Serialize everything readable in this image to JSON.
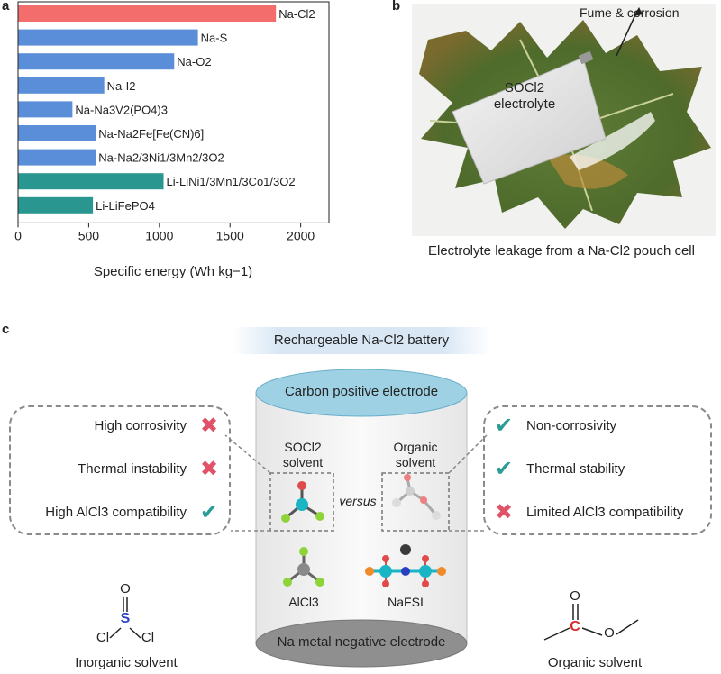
{
  "panel_labels": {
    "a": "a",
    "b": "b",
    "c": "c"
  },
  "chart_data": {
    "type": "bar",
    "orientation": "horizontal",
    "categories": [
      "Na-Cl2",
      "Na-S",
      "Na-O2",
      "Na-I2",
      "Na-Na3V2(PO4)3",
      "Na-Na2Fe[Fe(CN)6]",
      "Na-Na2/3Ni1/3Mn2/3O2",
      "Li-LiNi1/3Mn1/3Co1/3O2",
      "Li-LiFePO4"
    ],
    "values": [
      1825,
      1273,
      1105,
      610,
      385,
      550,
      550,
      1030,
      530
    ],
    "colors": [
      "#f46d6d",
      "#5b8ed9",
      "#5b8ed9",
      "#5b8ed9",
      "#5b8ed9",
      "#5b8ed9",
      "#5b8ed9",
      "#2a9690",
      "#2a9690"
    ],
    "xlabel": "Specific energy (Wh kg−1)",
    "xlim": [
      0,
      2200
    ],
    "xticks": [
      0,
      500,
      1000,
      1500,
      2000
    ],
    "xtick_labels": [
      "0",
      "500",
      "1000",
      "1500",
      "2000"
    ]
  },
  "photo": {
    "label_solvent": "SOCl2",
    "label_electrolyte": "electrolyte",
    "annotation": "Fume & corrosion",
    "caption": "Electrolyte leakage from a Na-Cl2 pouch cell"
  },
  "schematic": {
    "title": "Rechargeable Na-Cl2 battery",
    "top_electrode": "Carbon positive electrode",
    "bottom_electrode": "Na metal negative electrode",
    "socl2_label": "SOCl2",
    "solvent_word": "solvent",
    "organic_label": "Organic",
    "versus": "versus",
    "alcl3_label": "AlCl3",
    "nafsi_label": "NaFSI",
    "left_props": [
      {
        "text": "High corrosivity",
        "mark": "cross"
      },
      {
        "text": "Thermal instability",
        "mark": "cross"
      },
      {
        "text": "High AlCl3 compatibility",
        "mark": "check"
      }
    ],
    "right_props": [
      {
        "text": "Non-corrosivity",
        "mark": "check"
      },
      {
        "text": "Thermal stability",
        "mark": "check"
      },
      {
        "text": "Limited AlCl3 compatibility",
        "mark": "cross"
      }
    ],
    "inorganic_caption": "Inorganic solvent",
    "organic_caption": "Organic solvent",
    "atom_O": "O",
    "atom_S": "S",
    "atom_Cl": "Cl",
    "atom_C": "C",
    "colors": {
      "cross": "#e05268",
      "check": "#2a9b95",
      "cylinder_top": "#9ed1e4",
      "cylinder_bottom": "#8f8f8f",
      "sulfur": "#2c3fc0",
      "carbon_highlight": "#d92a2a"
    }
  }
}
